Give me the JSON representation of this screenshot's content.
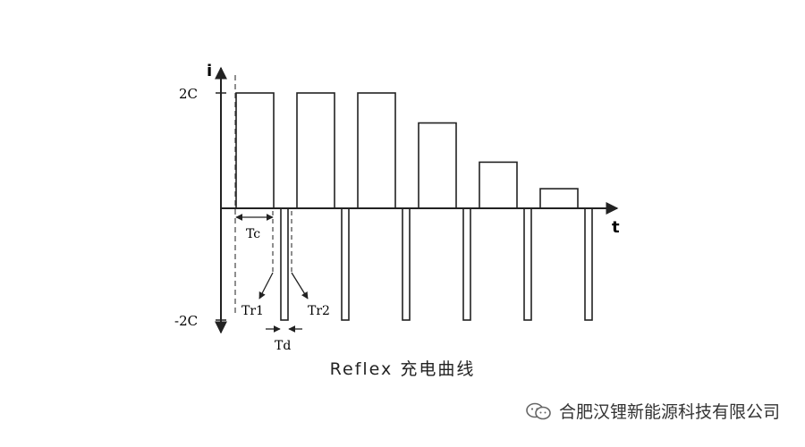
{
  "diagram": {
    "axis_y_label": "i",
    "axis_x_label": "t",
    "y_max_label": "2C",
    "y_min_label": "-2C",
    "label_tc": "Tc",
    "label_tr1": "Tr1",
    "label_tr2": "Tr2",
    "label_td": "Td",
    "caption": "Reflex 充电曲线",
    "watermark": "合肥汉锂新能源科技有限公司",
    "pulse_levels": [
      1.0,
      1.0,
      1.0,
      0.74,
      0.4,
      0.17
    ],
    "discharge_level": -1.0,
    "stroke_color": "#222222",
    "dash_color": "#444444"
  }
}
